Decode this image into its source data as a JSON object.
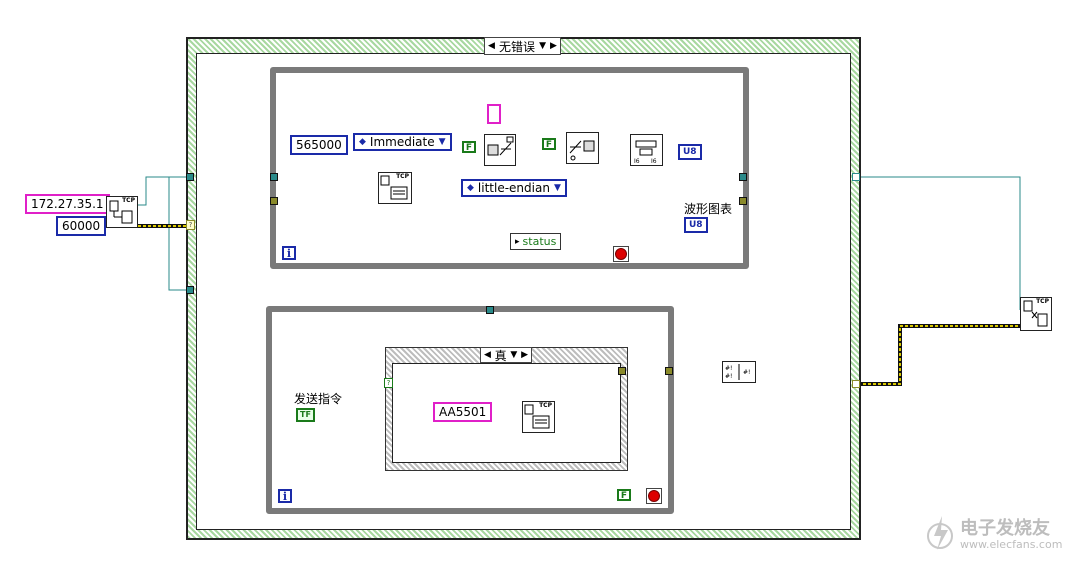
{
  "outer_case": {
    "selector_label": "无错误"
  },
  "inner_case": {
    "selector_label": "真"
  },
  "constants": {
    "ip_address": "172.27.35.1",
    "port": "60000",
    "bytes_to_read": "565000",
    "read_mode": "Immediate",
    "byte_order": "little-endian",
    "command": "AA5501"
  },
  "labels": {
    "waveform_chart": "波形图表",
    "send_command": "发送指令",
    "status": "status"
  },
  "badges": {
    "u8_type": "U8",
    "false_const": "F",
    "tf_control": "TF",
    "tcp_tag": "TCP",
    "iteration": "i"
  },
  "watermark": {
    "title": "电子发烧友",
    "url": "www.elecfans.com"
  },
  "colors": {
    "case_green": "#a8d8a0",
    "wire_cluster": "#c8b400",
    "wire_ref": "#2a8a8a",
    "wire_string": "#e020c8",
    "wire_numeric": "#1a2aa8",
    "wire_bool": "#1a7a1a"
  }
}
